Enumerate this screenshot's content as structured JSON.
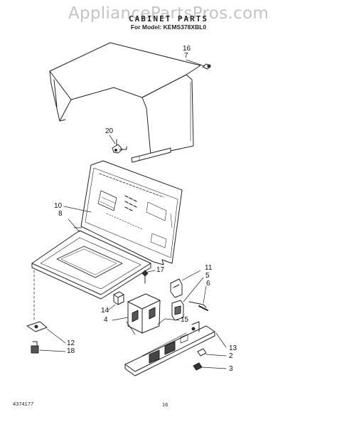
{
  "watermark": "AppliancePartsPros.com",
  "header": {
    "title": "CABINET PARTS",
    "model_line": "For Model: KEMS378XBL0"
  },
  "callouts": {
    "c16": "16",
    "c7": "7",
    "c20": "20",
    "c10": "10",
    "c8": "8",
    "c17": "17",
    "c11": "11",
    "c5": "5",
    "c6": "6",
    "c14": "14",
    "c4": "4",
    "c15": "15",
    "c13": "13",
    "c2": "2",
    "c3": "3",
    "c12": "12",
    "c18": "18"
  },
  "footer": {
    "doc_number": "4374177",
    "page_number": "16"
  }
}
